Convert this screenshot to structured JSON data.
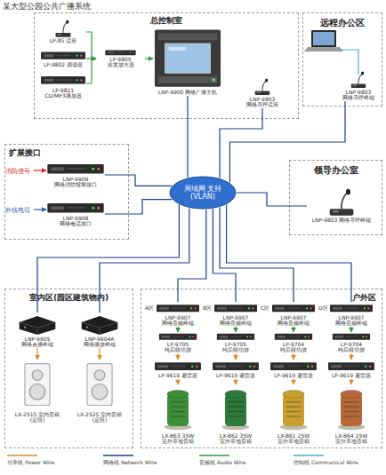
{
  "diagram": {
    "title": "某大型公园公共广播系统",
    "nodes": [
      {
        "text": [
          "总控制室"
        ]
      },
      {
        "text": [
          "LP-8S 话筒"
        ],
        "in": 0
      },
      {
        "text": [
          "LP-9802 调谐器"
        ],
        "in": 0
      },
      {
        "text": [
          "LP-9821 CD/MP3播放器"
        ],
        "in": 0
      },
      {
        "text": [
          "LP-9805 前置放大器"
        ],
        "in": 0
      },
      {
        "text": [
          "LNP-9900 网络广播主机"
        ],
        "in": 0
      },
      {
        "text": [
          "LNP-9803 网络寻呼话筒"
        ],
        "in": 0
      },
      {
        "text": [
          "远程办公区"
        ]
      },
      {
        "text": [
          "LNP-9803 网络寻呼终端"
        ],
        "in": 7
      },
      {
        "text": [
          "扩展接口"
        ]
      },
      {
        "text": [
          "LNP-9909 网络消防报警接口"
        ],
        "in": 9
      },
      {
        "text": [
          "LNP-9908 网络电话接口"
        ],
        "in": 9
      },
      {
        "text": [
          "局域网 支持(VLAN)"
        ]
      },
      {
        "text": [
          "领导办公室"
        ]
      },
      {
        "text": [
          "LNP-9803 网络寻呼终端"
        ],
        "in": 13
      },
      {
        "text": [
          "室内区(园区建筑物内)"
        ]
      },
      {
        "text": [
          "LNP-9905 网络点播终端"
        ],
        "in": 15
      },
      {
        "text": [
          "LNP-9904A 网络播放终端"
        ],
        "in": 15
      },
      {
        "text": [
          "LX-251S 室内音箱(定阻)"
        ],
        "in": 15
      },
      {
        "text": [
          "LX-252S 室内音箱(定阻)"
        ],
        "in": 15
      },
      {
        "text": [
          "户外区"
        ]
      },
      {
        "text": [
          "LNP-9907 网络音频终端"
        ],
        "in": 20
      },
      {
        "text": [
          "LNP-9907 网络音频终端"
        ],
        "in": 20
      },
      {
        "text": [
          "LNP-9907 网络音频终端"
        ],
        "in": 20
      },
      {
        "text": [
          "LNP-9907 网络音频终端"
        ],
        "in": 20
      },
      {
        "text": [
          "LP-9705 纯后级功放"
        ],
        "in": 20
      },
      {
        "text": [
          "LP-9705 纯后级功放"
        ],
        "in": 20
      },
      {
        "text": [
          "LP-9704 纯后级功放"
        ],
        "in": 20
      },
      {
        "text": [
          "LP-9704 纯后级功放"
        ],
        "in": 20
      },
      {
        "text": [
          "LP-9619 避雷器"
        ],
        "in": 20
      },
      {
        "text": [
          "LP-9619 避雷器"
        ],
        "in": 20
      },
      {
        "text": [
          "LP-9619 避雷器"
        ],
        "in": 20
      },
      {
        "text": [
          "LP-9619 避雷器"
        ],
        "in": 20
      },
      {
        "text": [
          "LX-B63 35W 室外草地音箱"
        ],
        "in": 20
      },
      {
        "text": [
          "LX-B62 35W 室外草地音箱"
        ],
        "in": 20
      },
      {
        "text": [
          "LX-B61 25W 室外草地音箱"
        ],
        "in": 20
      },
      {
        "text": [
          "LX-B64 25W 室外草地音箱"
        ],
        "in": 20
      }
    ],
    "edges": [
      {
        "from": 1,
        "to": 4,
        "arrow": "to"
      },
      {
        "from": 2,
        "to": 4,
        "arrow": "to"
      },
      {
        "from": 3,
        "to": 4,
        "arrow": "to"
      },
      {
        "from": 4,
        "to": 5,
        "arrow": "to"
      },
      {
        "from": 5,
        "to": 12,
        "arrow": "none"
      },
      {
        "from": 6,
        "to": 12,
        "arrow": "none"
      },
      {
        "from": 8,
        "to": 12,
        "arrow": "none"
      },
      {
        "from": 10,
        "to": 12,
        "arrow": "none"
      },
      {
        "from": 11,
        "to": 12,
        "arrow": "none"
      },
      {
        "from": 14,
        "to": 12,
        "arrow": "none"
      },
      {
        "from": 12,
        "to": 16,
        "arrow": "none"
      },
      {
        "from": 12,
        "to": 17,
        "arrow": "none"
      },
      {
        "from": 12,
        "to": 21,
        "arrow": "none"
      },
      {
        "from": 12,
        "to": 22,
        "arrow": "none"
      },
      {
        "from": 12,
        "to": 23,
        "arrow": "none"
      },
      {
        "from": 12,
        "to": 24,
        "arrow": "none"
      },
      {
        "from": 16,
        "to": 18,
        "arrow": "to"
      },
      {
        "from": 17,
        "to": 19,
        "arrow": "to"
      },
      {
        "from": 21,
        "to": 25,
        "arrow": "to"
      },
      {
        "from": 22,
        "to": 26,
        "arrow": "to"
      },
      {
        "from": 23,
        "to": 27,
        "arrow": "to"
      },
      {
        "from": 24,
        "to": 28,
        "arrow": "to"
      },
      {
        "from": 25,
        "to": 29,
        "arrow": "to"
      },
      {
        "from": 26,
        "to": 30,
        "arrow": "to"
      },
      {
        "from": 27,
        "to": 31,
        "arrow": "to"
      },
      {
        "from": 28,
        "to": 32,
        "arrow": "to"
      },
      {
        "from": 29,
        "to": 33,
        "arrow": "to"
      },
      {
        "from": 30,
        "to": 34,
        "arrow": "to"
      },
      {
        "from": 31,
        "to": 35,
        "arrow": "to"
      },
      {
        "from": 32,
        "to": 36,
        "arrow": "to"
      }
    ],
    "labels": [
      "消防信号",
      "外线电话",
      "A区",
      "B区",
      "C区",
      "D区"
    ],
    "legend": [
      {
        "text": "功率线 Power Wire"
      },
      {
        "text": "网络线 Network Wire"
      },
      {
        "text": "音频线 Audio Wire"
      },
      {
        "text": "控制线 Communical Wire"
      }
    ]
  }
}
